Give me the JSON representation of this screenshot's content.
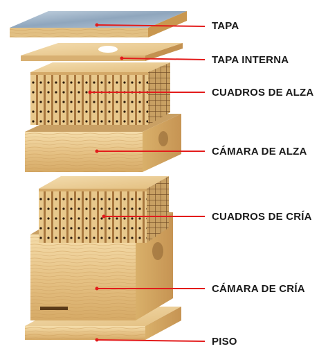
{
  "colors": {
    "leader": "#e31b1b",
    "label_text": "#1a1a1a",
    "wood_light": "#f1d7a2",
    "wood_mid": "#e0b876",
    "wood_dark": "#b98a4b",
    "metal_top": "#9fb3c8"
  },
  "parts": [
    {
      "id": "tapa",
      "label": "TAPA"
    },
    {
      "id": "tapa-interna",
      "label": "TAPA INTERNA"
    },
    {
      "id": "cuadros-de-alza",
      "label": "CUADROS DE ALZA"
    },
    {
      "id": "camara-de-alza",
      "label": "CÁMARA DE ALZA"
    },
    {
      "id": "cuadros-de-cria",
      "label": "CUADROS DE CRÍA"
    },
    {
      "id": "camara-de-cria",
      "label": "CÁMARA DE CRÍA"
    },
    {
      "id": "piso",
      "label": "PISO"
    }
  ]
}
